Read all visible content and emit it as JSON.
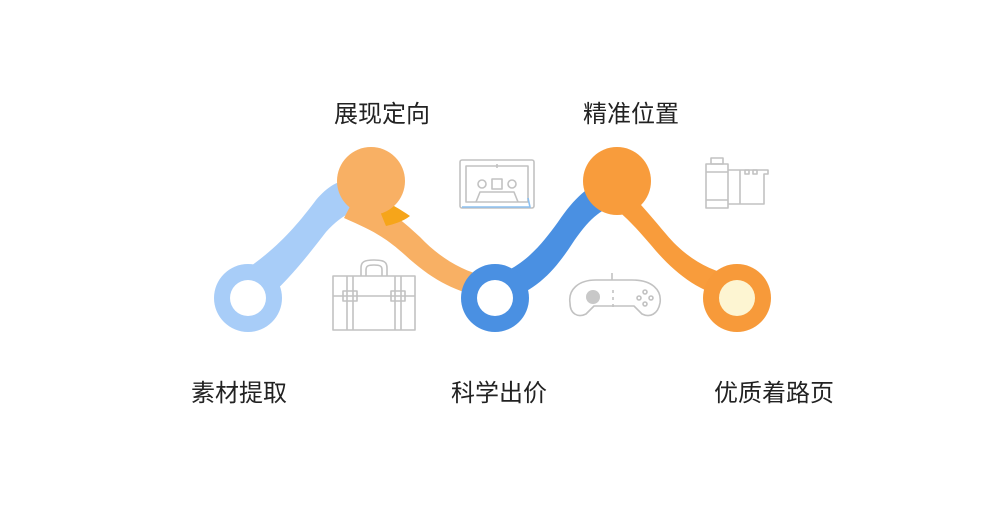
{
  "steps": [
    {
      "label": "素材提取",
      "color": "#a8cdf8",
      "inner_color": "#ffffff",
      "icon": "briefcase-icon"
    },
    {
      "label": "展现定向",
      "color": "#f8b064",
      "inner_color": "#f8b064",
      "icon": "cassette-tape-icon"
    },
    {
      "label": "科学出价",
      "color": "#4a90e2",
      "inner_color": "#ffffff",
      "icon": "gamepad-icon"
    },
    {
      "label": "精准位置",
      "color": "#f89c3c",
      "inner_color": "#f89c3c",
      "icon": "film-roll-icon"
    },
    {
      "label": "优质着路页",
      "color": "#f79a3a",
      "inner_color": "#fdf5d2",
      "icon": ""
    }
  ],
  "colors": {
    "icon_stroke": "#c2c2c2",
    "icon_accent_blue": "#8cc0ef",
    "overlap_orange": "#f6a51a",
    "overlap_blue": "#7aa7c9"
  }
}
